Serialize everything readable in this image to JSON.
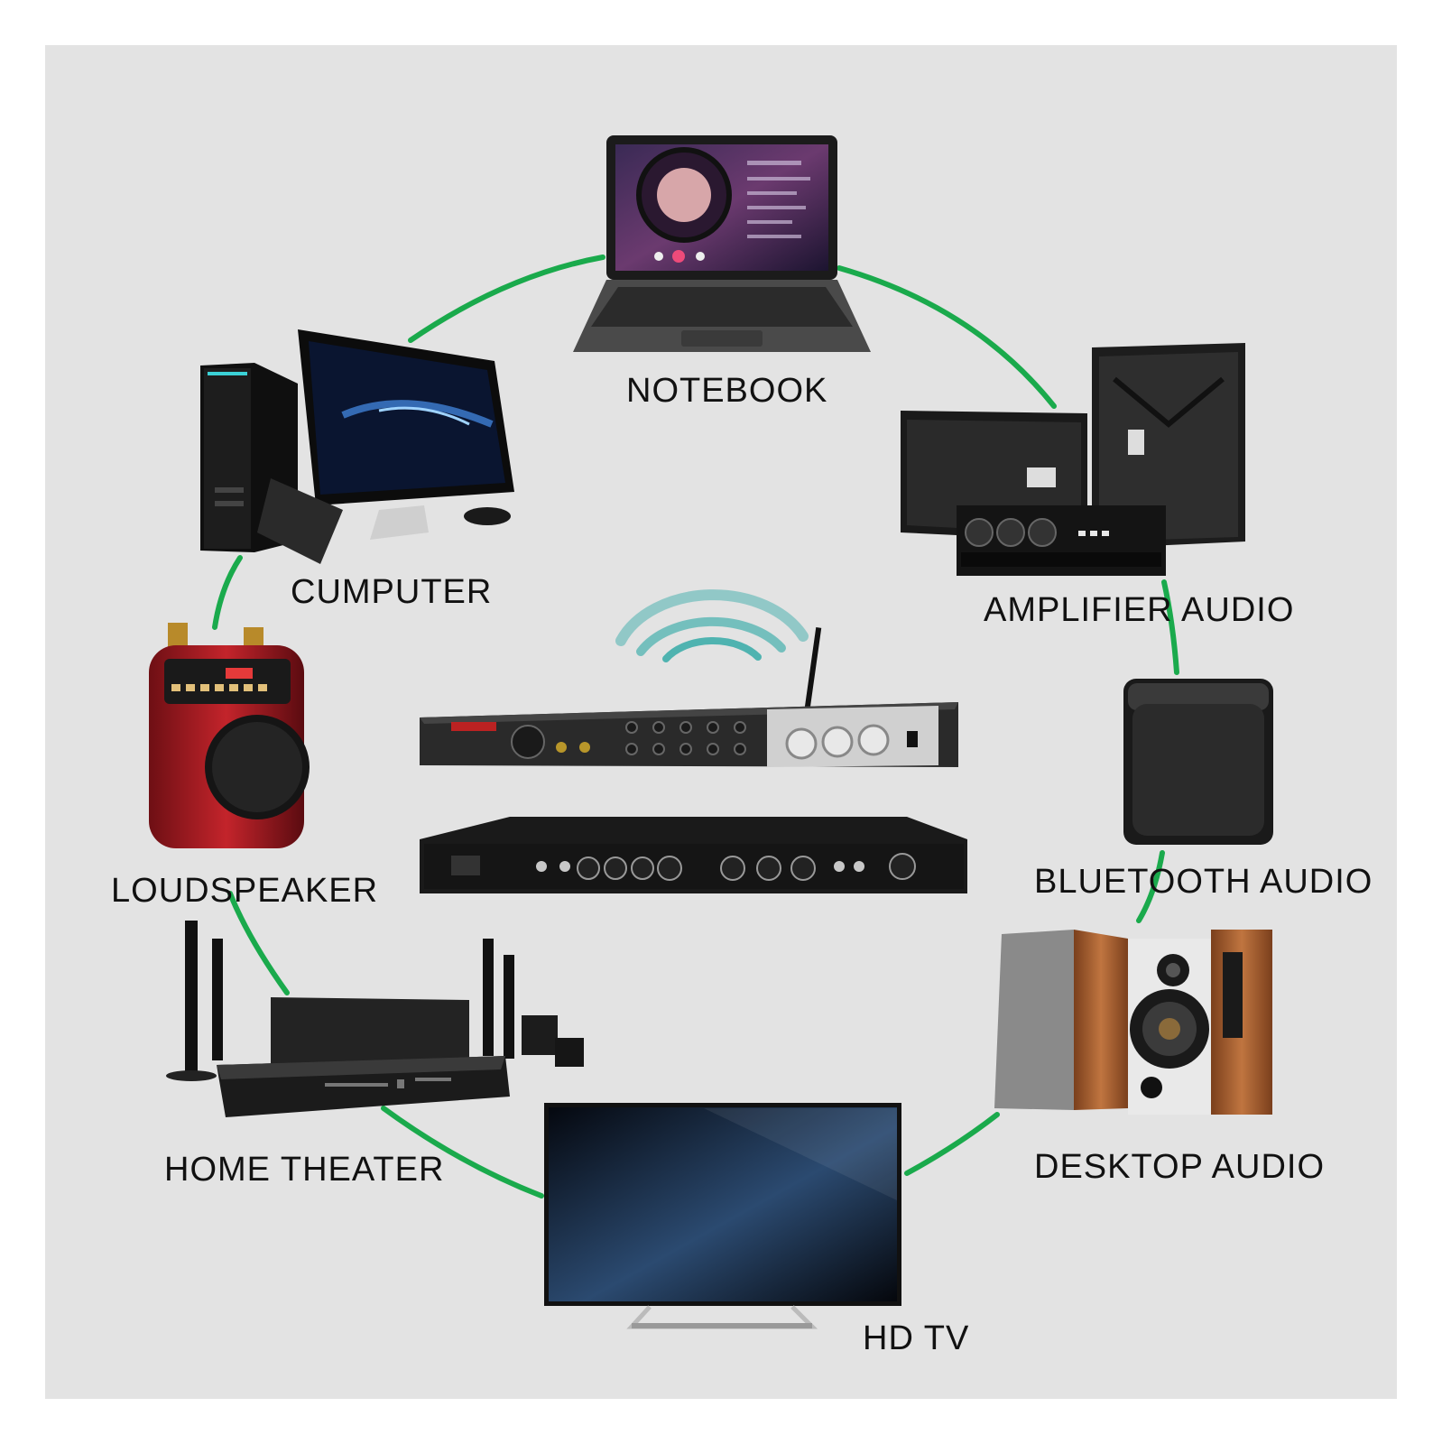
{
  "colors": {
    "background": "#e3e3e3",
    "ring": "#1aaa4c",
    "label": "#111111",
    "signal": "#4fb3b0"
  },
  "center_device": {
    "name": "wireless-karaoke-processor"
  },
  "devices": [
    {
      "id": "notebook",
      "label": "NOTEBOOK"
    },
    {
      "id": "computer",
      "label": "CUMPUTER"
    },
    {
      "id": "amplifier",
      "label": "AMPLIFIER AUDIO"
    },
    {
      "id": "loudspeaker",
      "label": "LOUDSPEAKER"
    },
    {
      "id": "bluetooth",
      "label": "BLUETOOTH AUDIO"
    },
    {
      "id": "home_theater",
      "label": "HOME THEATER"
    },
    {
      "id": "desktop_audio",
      "label": "DESKTOP AUDIO"
    },
    {
      "id": "hdtv",
      "label": "HD TV"
    }
  ]
}
